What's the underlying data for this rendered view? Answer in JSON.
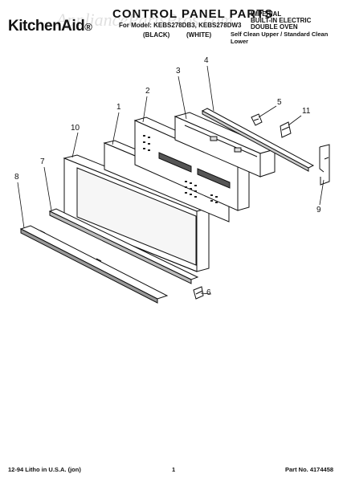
{
  "header": {
    "brand": "KitchenAid",
    "brand_mark": "®",
    "title": "CONTROL PANEL PARTS",
    "model_line": "For Model: KEBS278DB3, KEBS278DW3",
    "finish_black": "(BLACK)",
    "finish_white": "(WHITE)",
    "right_line1": "IMPERIAL",
    "right_line2": "BUILT-IN ELECTRIC",
    "right_line3": "DOUBLE OVEN",
    "subtitle": "Self Clean Upper / Standard Clean Lower"
  },
  "watermark": "AppliancePartsPros.com",
  "callouts": [
    "1",
    "2",
    "3",
    "4",
    "5",
    "6",
    "7",
    "8",
    "9",
    "10",
    "11"
  ],
  "footer": {
    "left": "12-94 Litho in U.S.A. (jon)",
    "page": "1",
    "part_no": "Part No. 4174458"
  }
}
